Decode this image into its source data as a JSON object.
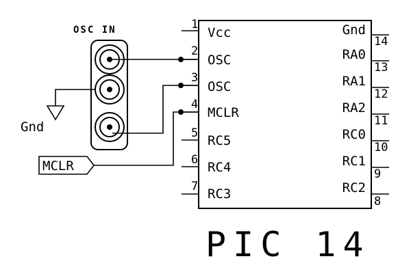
{
  "header": {
    "osc_title": "OSC IN"
  },
  "ground": {
    "label": "Gnd"
  },
  "mclr_tag": {
    "label": "MCLR"
  },
  "chip": {
    "title": "PIC 14",
    "left_pins": [
      {
        "num": "1",
        "label": "Vcc"
      },
      {
        "num": "2",
        "label": "OSC"
      },
      {
        "num": "3",
        "label": "OSC"
      },
      {
        "num": "4",
        "label": "MCLR"
      },
      {
        "num": "5",
        "label": "RC5"
      },
      {
        "num": "6",
        "label": "RC4"
      },
      {
        "num": "7",
        "label": "RC3"
      }
    ],
    "right_pins": [
      {
        "num": "14",
        "label": "Gnd"
      },
      {
        "num": "13",
        "label": "RA0"
      },
      {
        "num": "12",
        "label": "RA1"
      },
      {
        "num": "11",
        "label": "RA2"
      },
      {
        "num": "10",
        "label": "RC0"
      },
      {
        "num": "9",
        "label": "RC1"
      },
      {
        "num": "8",
        "label": "RC2"
      }
    ]
  }
}
